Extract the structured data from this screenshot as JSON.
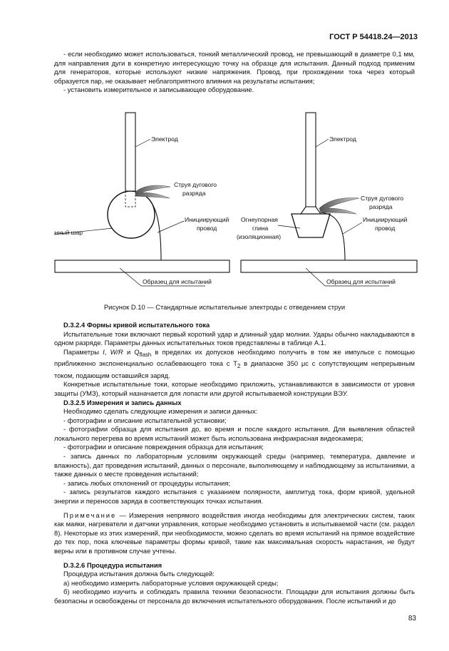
{
  "header": {
    "doc_id": "ГОСТ Р 54418.24—2013"
  },
  "intro": {
    "p1": "- если необходимо может использоваться, тонкий металлический провод, не превышающий в диаметре 0,1 мм, для направления дуги в конкретную интересующую точку на образце для испытания. Данный подход применим для генераторов, которые используют низкие напряжения. Провод, при прохождении тока через который образуется пар, не оказывает неблагоприятного влияния на результаты испытания;",
    "p2": "- установить измерительное и записывающее оборудование."
  },
  "figure": {
    "left": {
      "electrode": "Электрод",
      "jet_line1": "Струя дугового",
      "jet_line2": "разряда",
      "ball": "Изоляционный шар",
      "wire_line1": "Инициирующий",
      "wire_line2": "провод",
      "sample": "Образец для испытаний"
    },
    "right": {
      "electrode": "Электрод",
      "jet_line1": "Струя дугового",
      "jet_line2": "разряда",
      "clay_line1": "Огнеупорная",
      "clay_line2": "глина",
      "clay_line3": "(изоляционная)",
      "wire_line1": "Инициирующий",
      "wire_line2": "провод",
      "sample": "Образец для испытаний"
    },
    "caption": "Рисунок D.10 — Стандартные испытательные электроды с отведением струи"
  },
  "s1": {
    "heading": "D.3.2.4 Формы кривой испытательного тока",
    "p1": "Испытательные токи включают первый короткий удар и длинный удар молнии. Удары обычно накладываются в одном разряде. Параметры данных испытательных токов представлены в таблице А.1.",
    "p2_a": "Параметры ",
    "p2_i": "I",
    "p2_b": ", ",
    "p2_wr": "W/R",
    "p2_c": " и Q",
    "p2_sub": "flash",
    "p2_d": " в пределах их допусков необходимо получить в том же импульсе с помощью приближенно экспоненциально ослабевающего тока с T",
    "p2_sub2": "2",
    "p2_e": " в диапазоне 350 μс с сопутствующим непрерывным током, подающим оставшийся заряд.",
    "p3": "Конкретные испытательные токи, которые необходимо приложить, устанавливаются в зависимости от уровня защиты (УМЗ), который назначается для лопасти или другой испытываемой конструкции ВЭУ."
  },
  "s2": {
    "heading": "D.3.2.5 Измерения и запись данных",
    "intro": "Необходимо сделать следующие измерения и записи данных:",
    "items": [
      "- фотографии и описание испытательной установки;",
      "- фотографии образца для испытания до, во время и после каждого испытания. Для выявления областей локального перегрева во время испытаний может быть использована инфракрасная видеокамера;",
      "- фотографии и описание повреждения образца для испытания;",
      "- запись данных по лабораторным условиям окружающей среды (например, температура, давление и влажность), дат проведения испытаний, данных о персонале, выполняющему и наблюдающему за испытаниями, а также данных о месте проведения испытаний;",
      "- запись любых отклонений от процедуры испытания;",
      "- запись результатов каждого испытания с указанием полярности, амплитуд тока, форм кривой, удельной энергии и переносов заряда в соответствующих точках испытания."
    ],
    "note_label": "Примечание",
    "note_text": " — Измерения непрямого воздействия иногда необходимы для электрических систем, таких как маяки, нагреватели и датчики управления, которые необходимо установить в испытываемой части (см. раздел 8). Некоторые из этих измерений, при необходимости, можно сделать во время испытаний на прямое воздействие до тех пор, пока ключевые параметры формы кривой, такие как максимальная скорость нарастания, не будут верны или в противном случае учтены."
  },
  "s3": {
    "heading": "D.3.2.6 Процедура испытания",
    "intro": "Процедура испытания должна быть следующей:",
    "a": "а) необходимо измерить лабораторные условия окружающей среды;",
    "b": "б) необходимо изучить и соблюдать правила техники безопасности. Площадки для испытания должны быть безопасны и освобождены от персонала до включения испытательного оборудования. После испытаний и до"
  },
  "page_number": "83"
}
